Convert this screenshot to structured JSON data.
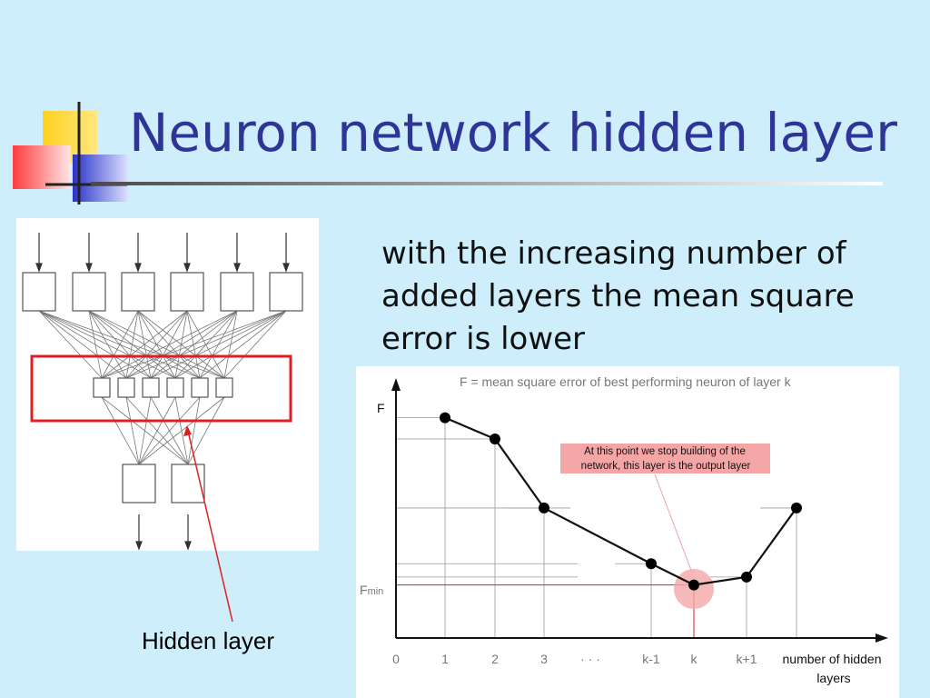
{
  "title": "Neuron network hidden layer",
  "body_text": "with the increasing number of added layers the mean square error is lower",
  "network_figure": {
    "caption": "Hidden layer",
    "layers": [
      {
        "name": "input",
        "neurons": 6
      },
      {
        "name": "hidden",
        "neurons": 6
      },
      {
        "name": "output",
        "neurons": 2
      }
    ],
    "highlight_color": "#e02020"
  },
  "error_plot": {
    "title": "F = mean square error of best performing neuron of layer  k",
    "ylabel": "F",
    "ymin_label": "Fmin",
    "ymin_label_main": "F",
    "ymin_label_sub": "min",
    "xlabel": "number of hidden layers",
    "xlabel_line1": "number of hidden",
    "xlabel_line2": "layers",
    "annotation_line1": "At this point we stop building of the",
    "annotation_line2": "network, this layer is the output layer",
    "annotation_color": "#f4a6a6",
    "chart_data": {
      "type": "line",
      "x_ticks": [
        "0",
        "1",
        "2",
        "3",
        "· · ·",
        "k-1",
        "k",
        "k+1"
      ],
      "points": [
        {
          "x": "1",
          "y": 0.83
        },
        {
          "x": "2",
          "y": 0.75
        },
        {
          "x": "3",
          "y": 0.49
        },
        {
          "x": "k-1",
          "y": 0.28
        },
        {
          "x": "k",
          "y": 0.2
        },
        {
          "x": "k+1",
          "y": 0.23
        },
        {
          "x": "k+2",
          "y": 0.49
        }
      ],
      "minimum_at": "k"
    }
  },
  "colors": {
    "background": "#cdeefa",
    "title": "#2e3597",
    "deco_yellow": "#ffd21f",
    "deco_blue": "#2b32c8",
    "deco_red": "#ff4d4d"
  }
}
